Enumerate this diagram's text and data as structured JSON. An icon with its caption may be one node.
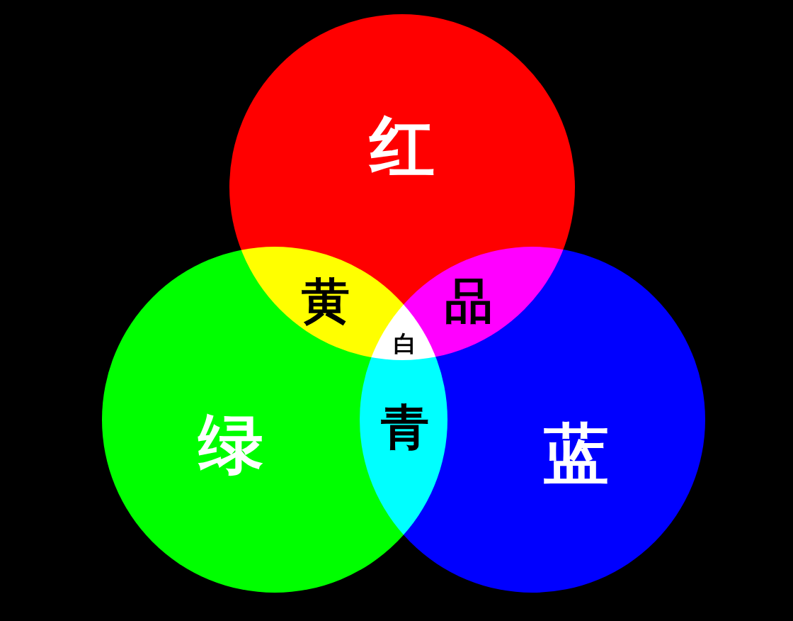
{
  "diagram": {
    "nodes": [
      {
        "text": [
          "红"
        ]
      },
      {
        "text": [
          "绿"
        ]
      },
      {
        "text": [
          "蓝"
        ]
      }
    ],
    "edges": [],
    "labels": [
      "黄",
      "品",
      "白",
      "青"
    ]
  }
}
